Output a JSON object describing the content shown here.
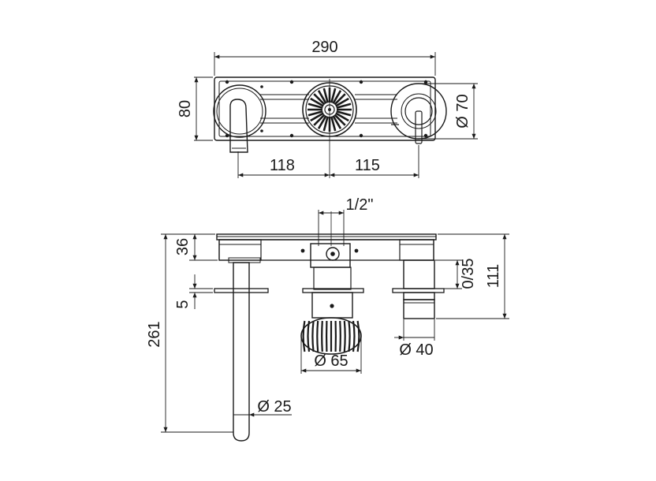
{
  "top_view": {
    "overall_width": "290",
    "height": "80",
    "spout_to_center": "118",
    "center_to_lever": "115",
    "handle_diameter": "Ø 70"
  },
  "front_view": {
    "connection": "1/2\"",
    "plate_depth": "36",
    "flange_thickness": "5",
    "spout_length": "261",
    "spout_diameter": "Ø 25",
    "knob_diameter": "Ø 65",
    "handle_body_diameter": "Ø 40",
    "adjustment_range": "0/35",
    "handle_depth": "111"
  },
  "colors": {
    "line": "#1a1a1a",
    "background": "#ffffff"
  }
}
